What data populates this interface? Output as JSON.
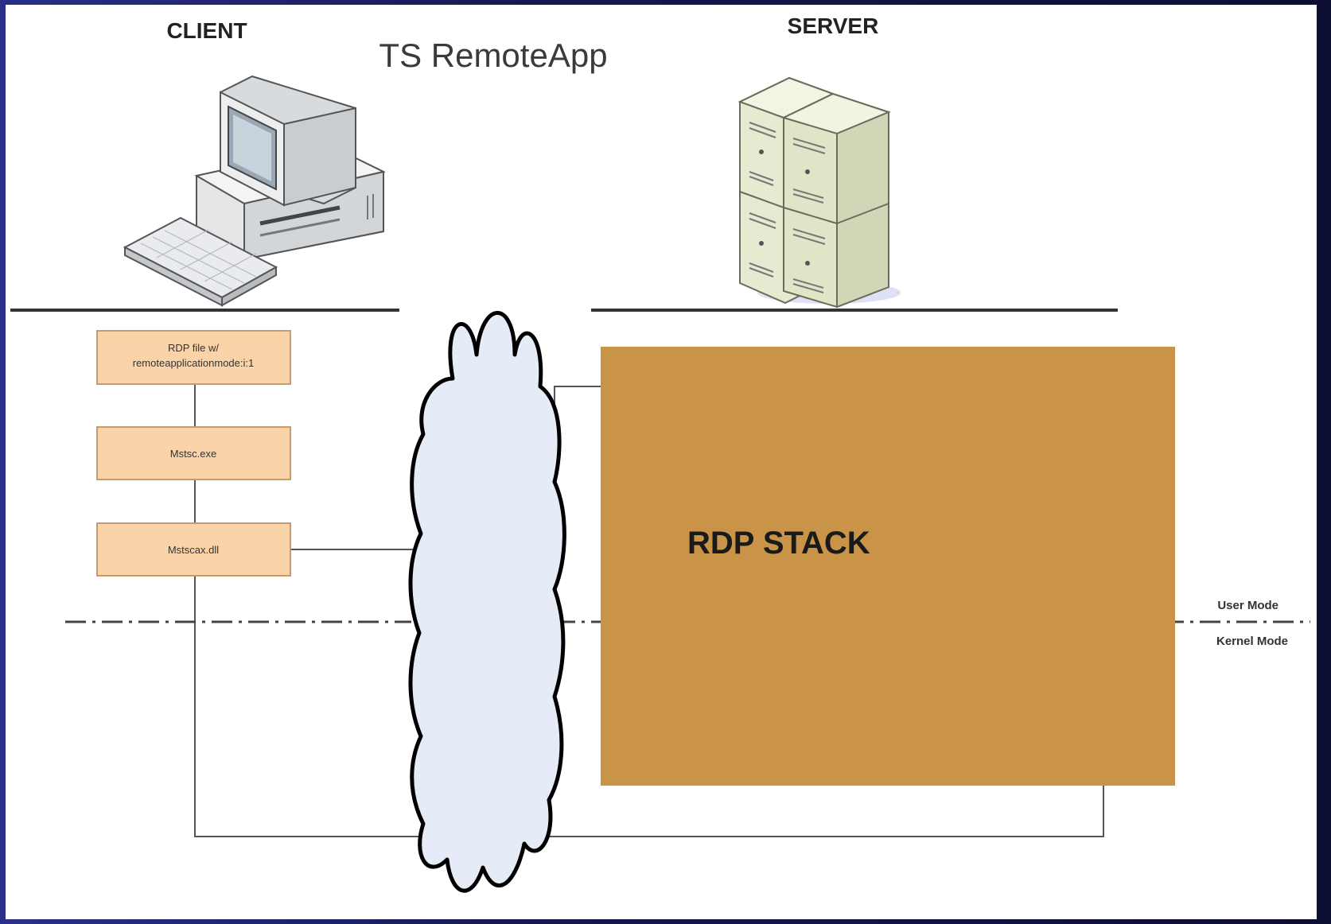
{
  "diagram": {
    "client_label": "CLIENT",
    "server_label": "SERVER",
    "title": "TS RemoteApp",
    "client_components": [
      {
        "line1": "RDP file w/",
        "line2": "remoteapplicationmode:i:1"
      },
      {
        "line1": "Mstsc.exe",
        "line2": ""
      },
      {
        "line1": "Mstscax.dll",
        "line2": ""
      }
    ],
    "server_stack": "RDP STACK",
    "user_mode": "User Mode",
    "kernel_mode": "Kernel Mode"
  },
  "colors": {
    "component_fill": "#fbd3a9",
    "component_stroke": "#c99a6a",
    "stack_fill": "#c99447",
    "cloud_fill": "#e6ecf7",
    "line": "#555555"
  },
  "icons": {
    "client": "desktop-computer-icon",
    "server": "server-rack-icon",
    "network": "network-cloud-icon"
  }
}
